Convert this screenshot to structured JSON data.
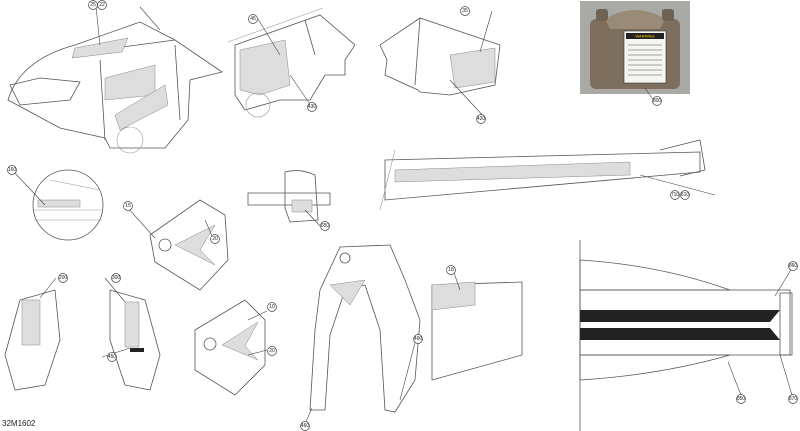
{
  "drawing_reference": "32M1602",
  "photo": {
    "label_heading": "WARNING",
    "body_color": "#7d6e5e"
  },
  "callouts": [
    {
      "id": "c1",
      "text": "25"
    },
    {
      "id": "c2",
      "text": "22"
    },
    {
      "id": "c3",
      "text": "45"
    },
    {
      "id": "c4",
      "text": "430"
    },
    {
      "id": "c5",
      "text": "35"
    },
    {
      "id": "c6",
      "text": "420"
    },
    {
      "id": "c7",
      "text": "800"
    },
    {
      "id": "c8",
      "text": "160"
    },
    {
      "id": "c9",
      "text": "15"
    },
    {
      "id": "c10",
      "text": "20"
    },
    {
      "id": "c11",
      "text": "650"
    },
    {
      "id": "c12",
      "text": "710"
    },
    {
      "id": "c13",
      "text": "610"
    },
    {
      "id": "c14",
      "text": "200"
    },
    {
      "id": "c15",
      "text": "300"
    },
    {
      "id": "c16",
      "text": "450"
    },
    {
      "id": "c17",
      "text": "10"
    },
    {
      "id": "c18",
      "text": "20"
    },
    {
      "id": "c19",
      "text": "460"
    },
    {
      "id": "c20",
      "text": "460"
    },
    {
      "id": "c21",
      "text": "18"
    },
    {
      "id": "c22",
      "text": "860"
    },
    {
      "id": "c23",
      "text": "850"
    },
    {
      "id": "c24",
      "text": "870"
    }
  ]
}
